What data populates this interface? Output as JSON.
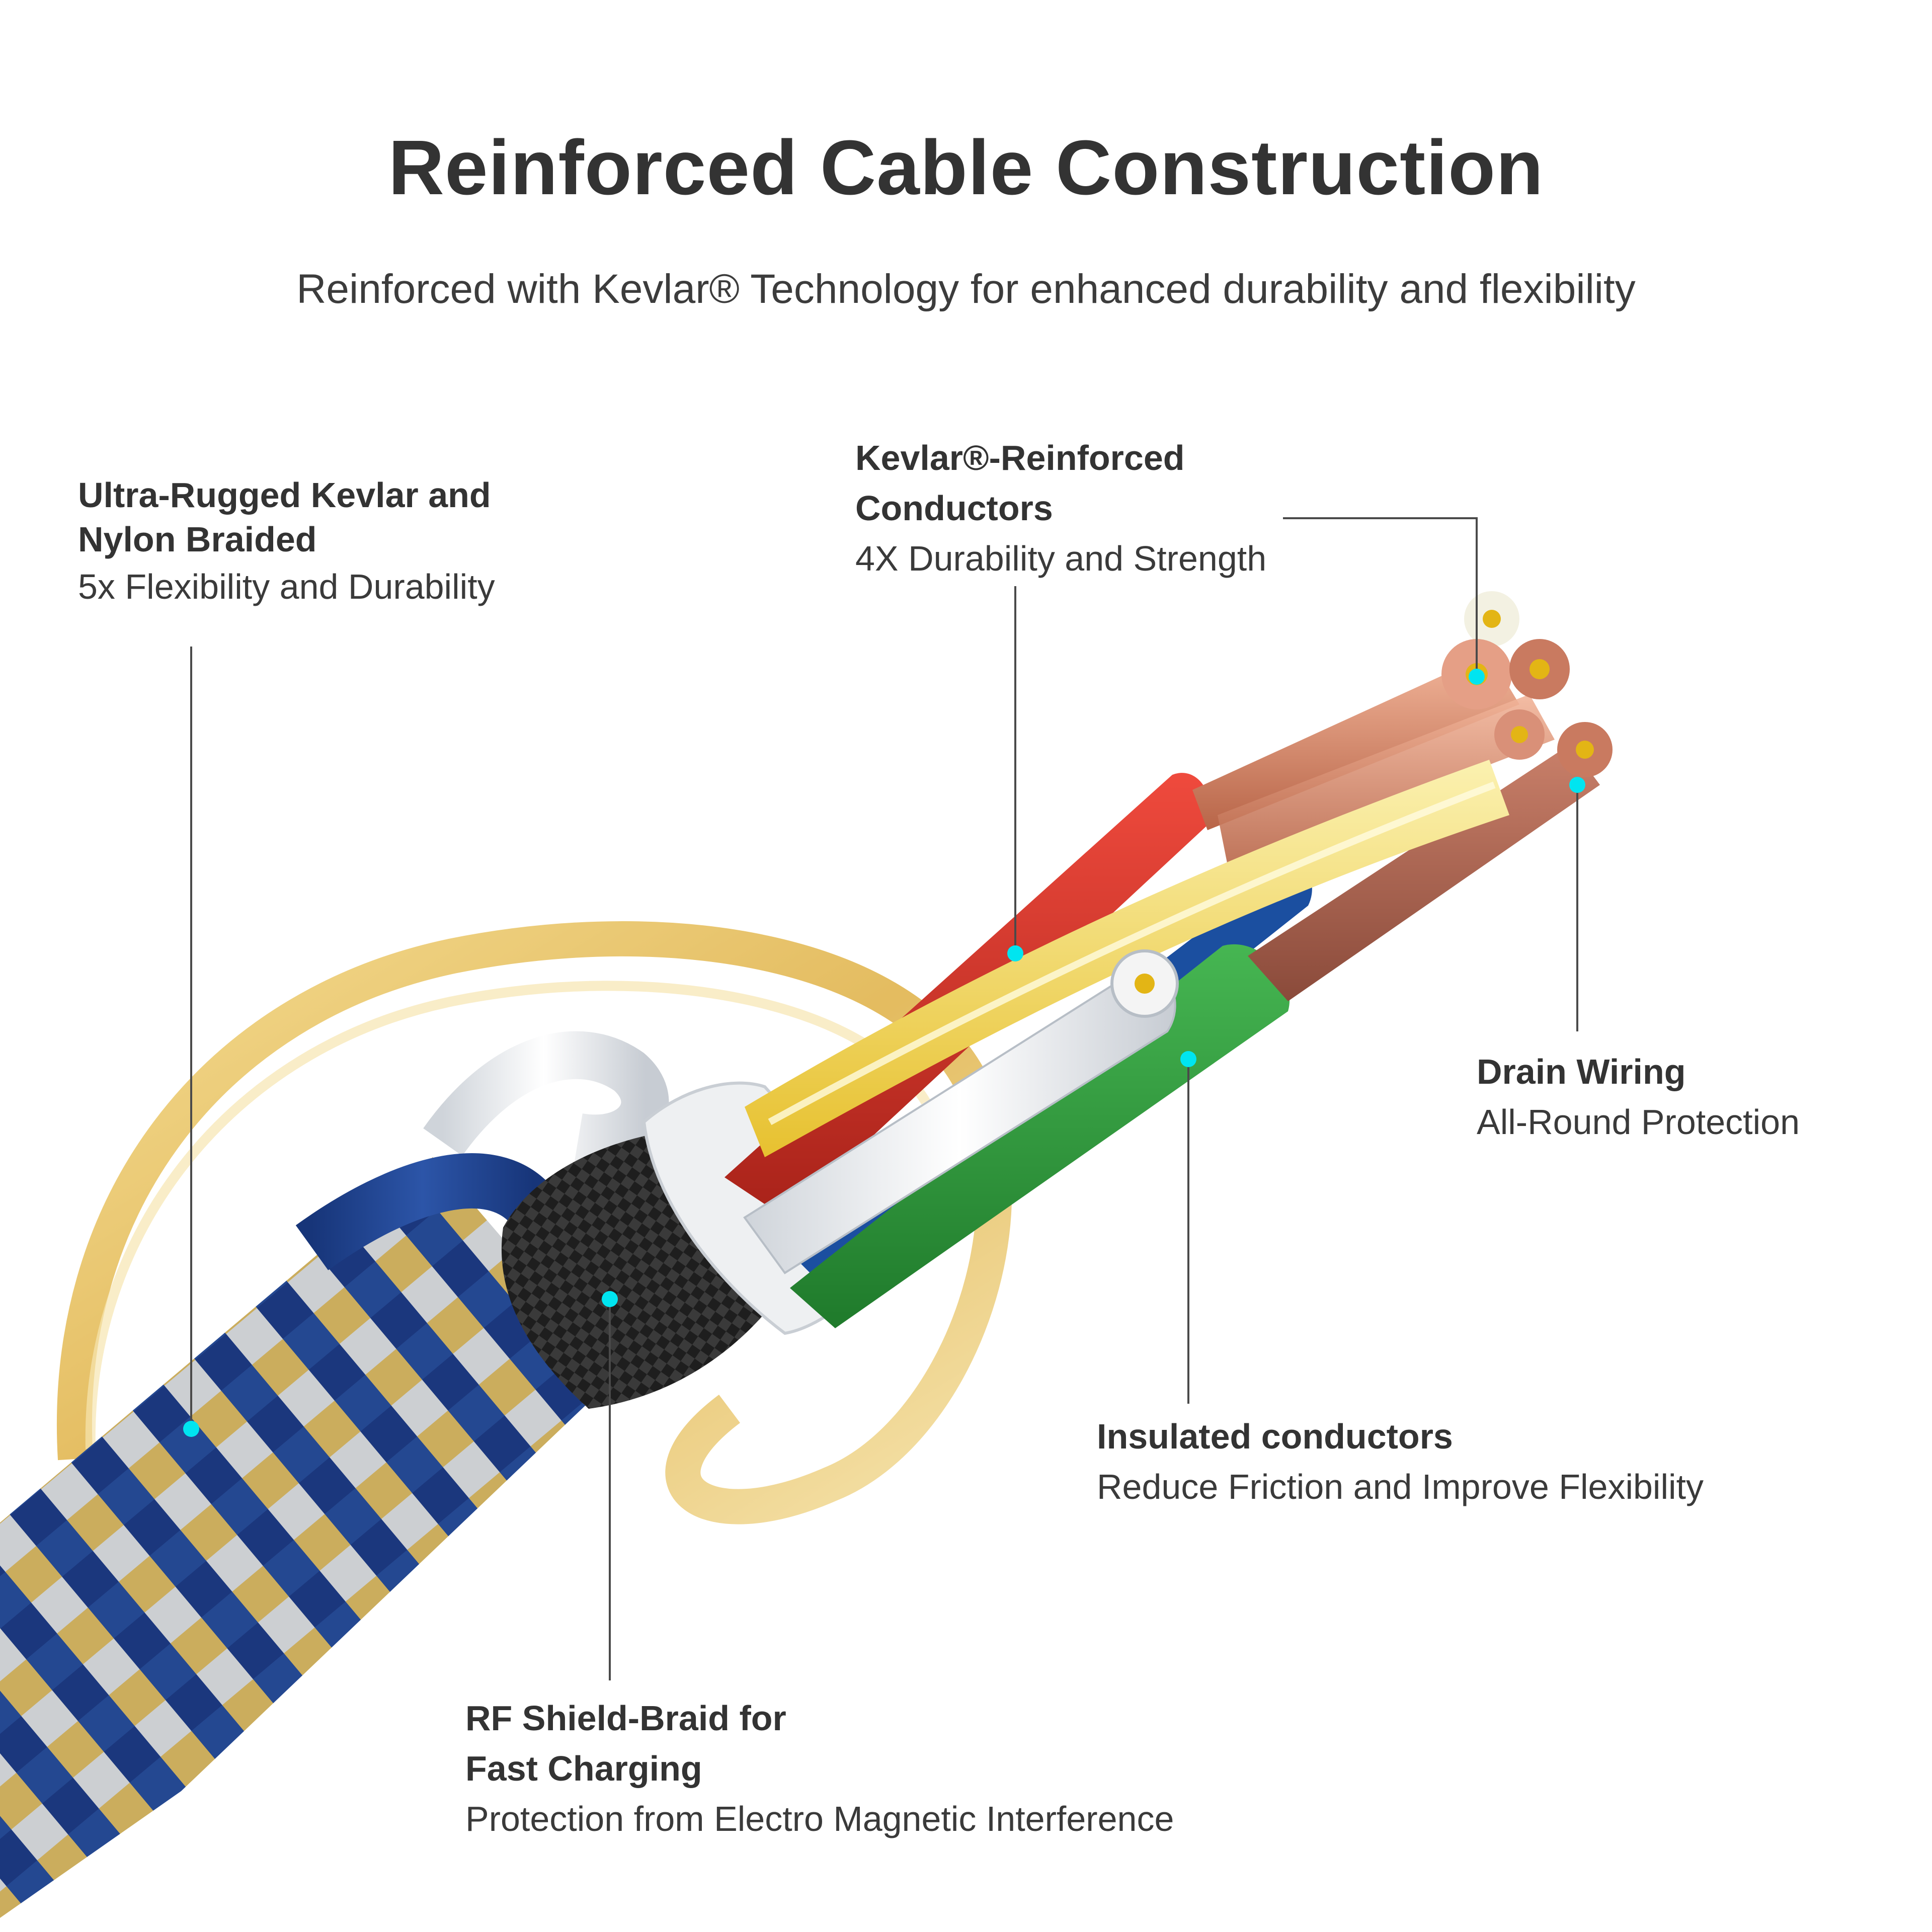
{
  "title": "Reinforced Cable Construction",
  "subtitle": "Reinforced with Kevlar® Technology for enhanced durability and flexibility",
  "colors": {
    "marker": "#00e5f0",
    "leader_line": "#4a4a4a",
    "braid_blue": "#1f3f8f",
    "braid_white": "#e9ecef",
    "kevlar_gold": "#e8c466",
    "carbon_shield": "#2a2a2a",
    "insulator_red": "#d8342c",
    "insulator_green": "#2f9a3d",
    "insulator_blue": "#1b4fa0",
    "copper": "#d9886a",
    "kevlar_yellow": "#f2d54b"
  },
  "callouts": {
    "braided": {
      "heading_line1": "Ultra-Rugged Kevlar and",
      "heading_line2": "Nylon Braided",
      "detail": "5x Flexibility and Durability"
    },
    "kevlar": {
      "heading_line1": "Kevlar®-Reinforced",
      "heading_line2": "Conductors",
      "detail": "4X Durability and Strength"
    },
    "drain": {
      "heading": "Drain Wiring",
      "detail": "All-Round Protection"
    },
    "insulated": {
      "heading": "Insulated conductors",
      "detail": "Reduce Friction and Improve Flexibility"
    },
    "rf": {
      "heading_line1": "RF Shield-Braid for",
      "heading_line2": "Fast Charging",
      "detail": "Protection from Electro Magnetic Interference"
    }
  }
}
